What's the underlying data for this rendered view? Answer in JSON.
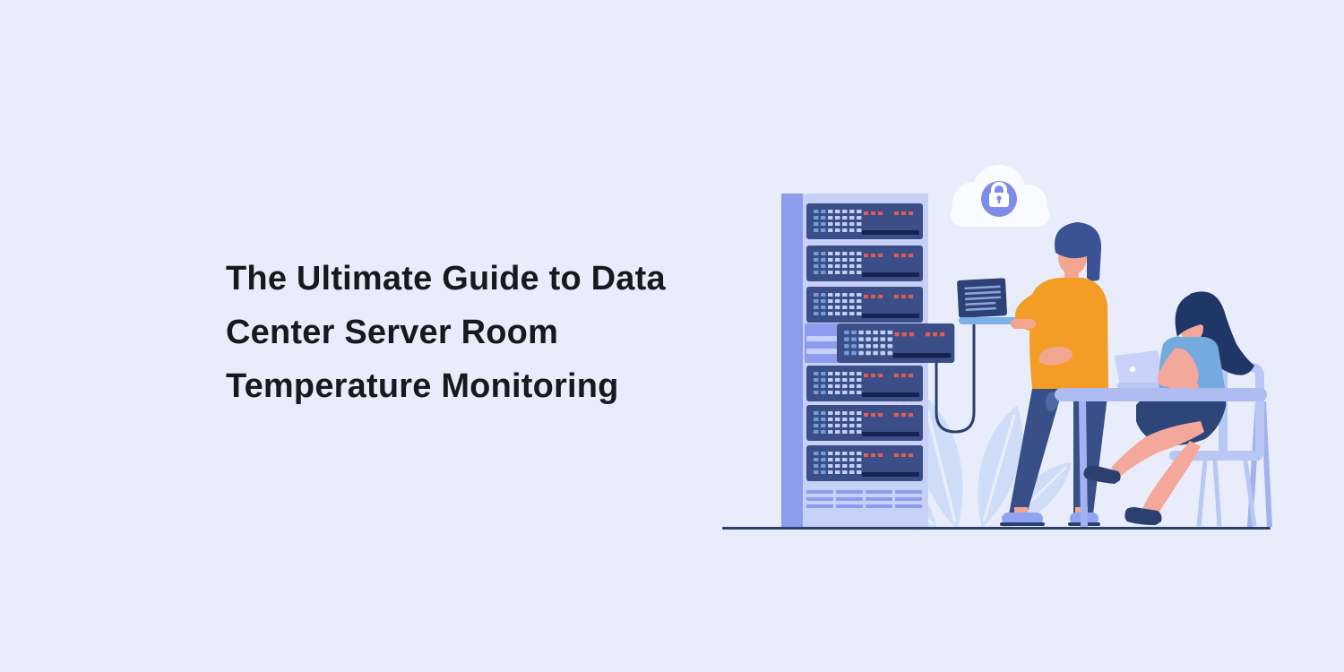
{
  "hero": {
    "title": "The Ultimate Guide to Data Center Server Room Temperature Monitoring",
    "title_lines": [
      "The Ultimate Guide to Data",
      "Center Server Room",
      "Temperature Monitoring"
    ]
  },
  "illustration": {
    "icons": {
      "cloud_lock": "padlock-in-cloud",
      "server_rack": "rack-of-server-units-with-led-indicators",
      "pulled_server": "server-unit-pulled-out-with-cable",
      "man_laptop": "standing-technician-holding-laptop",
      "woman_desk": "seated-woman-typing-on-laptop-at-desk",
      "plant": "palm-leaves"
    }
  },
  "colors": {
    "bg": "#e9edfb",
    "ink": "#17191e",
    "rack_frame": "#c7d1f8",
    "rack_accent": "#8d9cec",
    "server": "#3c4e88",
    "server_slot": "#152350",
    "led_red": "#e25c54",
    "led_light": "#c3cff4",
    "led_blue": "#6f9fda",
    "cloud": "#fafbfe",
    "badge": "#7d8ce8",
    "white": "#ffffff",
    "orange": "#f39d26",
    "skin": "#f3a68f",
    "skin2": "#f4a79b",
    "hair_m": "#3b5394",
    "hair_w": "#1e3767",
    "navy_pants": "#394f87",
    "knee": "#4f68a6",
    "shoe_peri": "#8fa3f0",
    "ground": "#2c4070",
    "top_blue": "#74aade",
    "skirt": "#2e4579",
    "furniture": "#aebcf2",
    "furniture2": "#b9c7f4",
    "desk_leg": "#a2b2f0",
    "laptop_screen": "#2e4177",
    "laptop_line": "#8aa4d6",
    "laptop_base": "#7cb1e8",
    "laptop_w": "#c9d3fa",
    "plant": "#cfddf8",
    "plant_vein": "#e9effc"
  }
}
